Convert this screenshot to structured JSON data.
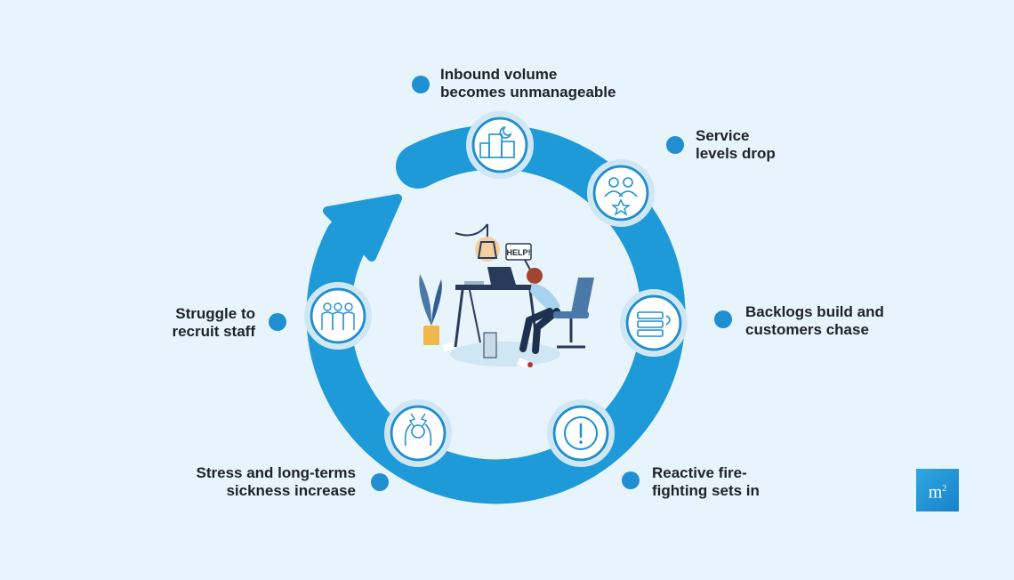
{
  "steps": [
    {
      "id": "inbound",
      "icon": "city-night-icon",
      "lines": [
        "Inbound volume",
        "becomes unmanageable"
      ]
    },
    {
      "id": "service",
      "icon": "agents-rating-icon",
      "lines": [
        "Service",
        "levels drop"
      ]
    },
    {
      "id": "backlogs",
      "icon": "queue-list-icon",
      "lines": [
        "Backlogs build and",
        "customers chase"
      ]
    },
    {
      "id": "firefighting",
      "icon": "warning-icon",
      "lines": [
        "Reactive fire-",
        "fighting sets in"
      ]
    },
    {
      "id": "stress",
      "icon": "stressed-person-icon",
      "lines": [
        "Stress and long-terms",
        "sickness increase"
      ]
    },
    {
      "id": "recruit",
      "icon": "team-icon",
      "lines": [
        "Struggle to",
        "recruit staff"
      ]
    }
  ],
  "illustration": {
    "sign_text": "HELP!"
  },
  "logo": {
    "text": "m",
    "sup": "2"
  },
  "colors": {
    "ring": "#1f9ad8",
    "node_border": "#1f8fd1",
    "dot": "#1f8fd1",
    "background": "#e8f4fb"
  }
}
